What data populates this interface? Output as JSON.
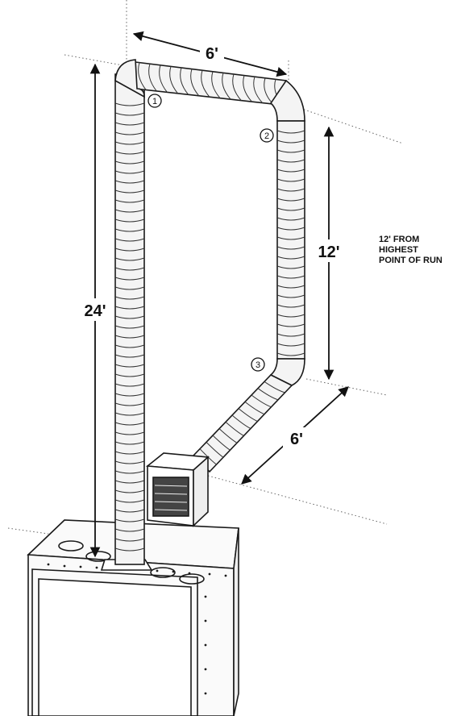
{
  "dimensions": {
    "top_width": "6'",
    "total_height": "24'",
    "right_drop": "12'",
    "bottom_run": "6'"
  },
  "note": {
    "lines": [
      "12' FROM",
      "HIGHEST",
      "POINT OF RUN"
    ]
  },
  "markers": [
    "1",
    "2",
    "3"
  ],
  "colors": {
    "line": "#1a1a1a",
    "duct_fill": "#f4f4f4",
    "duct_rib": "#333333",
    "guide": "#555555"
  }
}
